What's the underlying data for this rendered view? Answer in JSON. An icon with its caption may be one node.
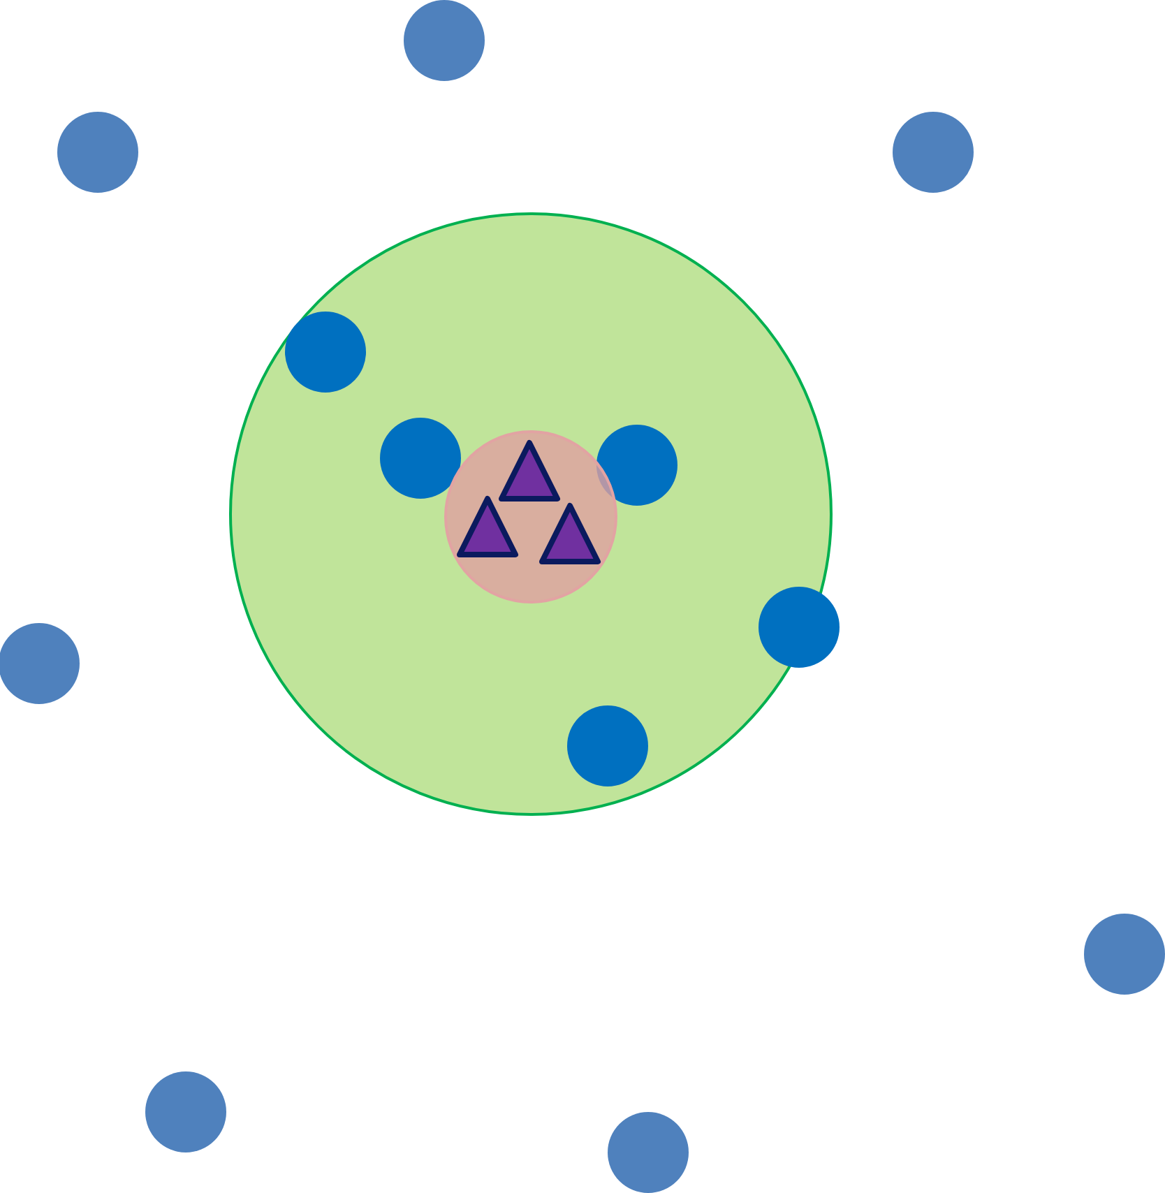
{
  "diagram": {
    "nodes": [
      {
        "text": [],
        "shape": "circle"
      },
      {
        "text": [],
        "shape": "circle"
      },
      {
        "text": [],
        "shape": "circle"
      },
      {
        "text": [],
        "shape": "circle"
      },
      {
        "text": [],
        "shape": "circle",
        "in": 3
      },
      {
        "text": [],
        "shape": "circle",
        "in": 3
      },
      {
        "text": [],
        "shape": "circle",
        "in": 3
      },
      {
        "text": [],
        "shape": "triangle",
        "in": 6
      },
      {
        "text": [],
        "shape": "circle",
        "in": 3
      },
      {
        "text": [],
        "shape": "triangle",
        "in": 6
      },
      {
        "text": [],
        "shape": "triangle",
        "in": 6
      },
      {
        "text": [],
        "shape": "circle"
      },
      {
        "text": [],
        "shape": "circle"
      },
      {
        "text": [],
        "shape": "circle",
        "in": 3
      },
      {
        "text": [],
        "shape": "circle"
      },
      {
        "text": [],
        "shape": "circle"
      },
      {
        "text": [],
        "shape": "circle"
      }
    ]
  }
}
